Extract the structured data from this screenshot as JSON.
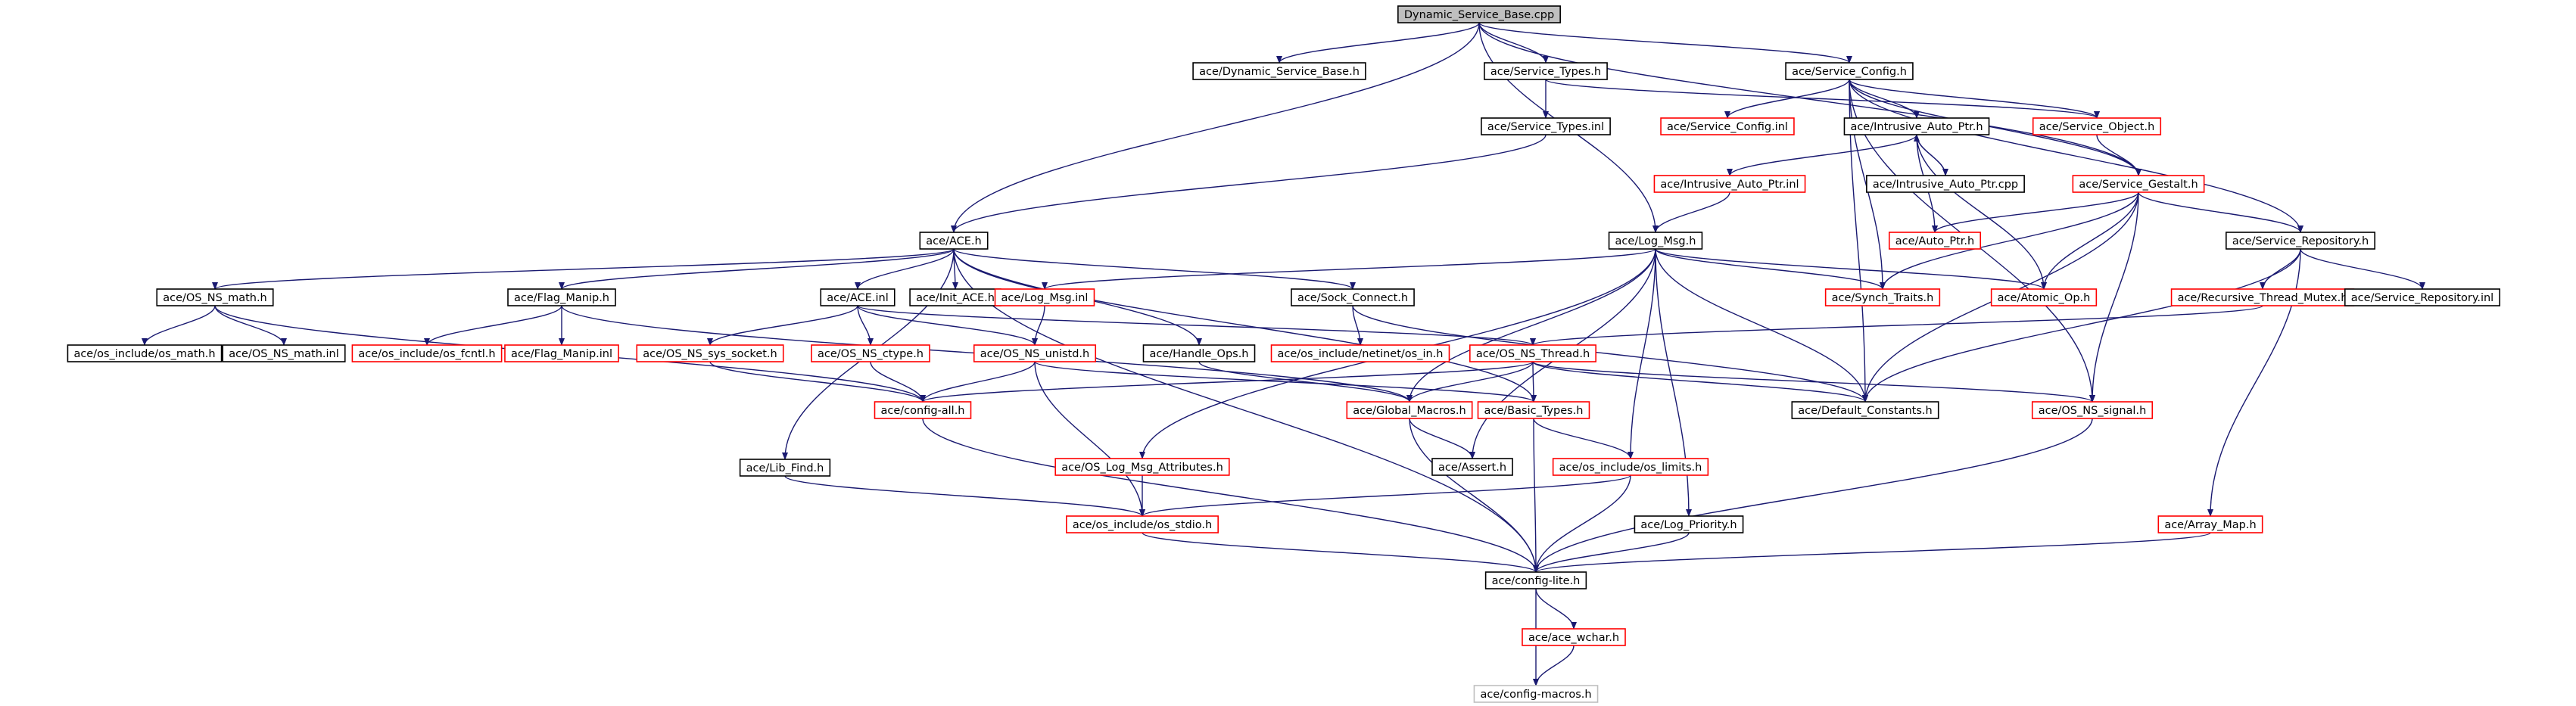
{
  "colors": {
    "edge": "#191970",
    "box_normal": "#000000",
    "box_red": "#ff0000",
    "box_gray": "#bfbfbf",
    "root_fill": "#bfbfbf",
    "text": "#000000",
    "background": "#ffffff"
  },
  "nodes": [
    {
      "id": "root",
      "label": "Dynamic_Service_Base.cpp",
      "style": "root"
    },
    {
      "id": "dsb_h",
      "label": "ace/Dynamic_Service_Base.h",
      "style": "normal"
    },
    {
      "id": "st_h",
      "label": "ace/Service_Types.h",
      "style": "normal"
    },
    {
      "id": "sc_h",
      "label": "ace/Service_Config.h",
      "style": "normal"
    },
    {
      "id": "st_inl",
      "label": "ace/Service_Types.inl",
      "style": "normal"
    },
    {
      "id": "sc_inl",
      "label": "ace/Service_Config.inl",
      "style": "red"
    },
    {
      "id": "iap_h",
      "label": "ace/Intrusive_Auto_Ptr.h",
      "style": "normal"
    },
    {
      "id": "so_h",
      "label": "ace/Service_Object.h",
      "style": "red"
    },
    {
      "id": "iap_inl",
      "label": "ace/Intrusive_Auto_Ptr.inl",
      "style": "red"
    },
    {
      "id": "iap_cpp",
      "label": "ace/Intrusive_Auto_Ptr.cpp",
      "style": "normal"
    },
    {
      "id": "sg_h",
      "label": "ace/Service_Gestalt.h",
      "style": "red"
    },
    {
      "id": "ace_h",
      "label": "ace/ACE.h",
      "style": "normal"
    },
    {
      "id": "logmsg_h",
      "label": "ace/Log_Msg.h",
      "style": "normal"
    },
    {
      "id": "autoptr_h",
      "label": "ace/Auto_Ptr.h",
      "style": "red"
    },
    {
      "id": "sr_h",
      "label": "ace/Service_Repository.h",
      "style": "normal"
    },
    {
      "id": "osnsmath_h",
      "label": "ace/OS_NS_math.h",
      "style": "normal"
    },
    {
      "id": "flagmanip_h",
      "label": "ace/Flag_Manip.h",
      "style": "normal"
    },
    {
      "id": "ace_inl",
      "label": "ace/ACE.inl",
      "style": "normal"
    },
    {
      "id": "initace_h",
      "label": "ace/Init_ACE.h",
      "style": "normal"
    },
    {
      "id": "logmsg_inl",
      "label": "ace/Log_Msg.inl",
      "style": "red"
    },
    {
      "id": "sockconnect_h",
      "label": "ace/Sock_Connect.h",
      "style": "normal"
    },
    {
      "id": "synchtraits_h",
      "label": "ace/Synch_Traits.h",
      "style": "red"
    },
    {
      "id": "atomicop_h",
      "label": "ace/Atomic_Op.h",
      "style": "red"
    },
    {
      "id": "rtm_h",
      "label": "ace/Recursive_Thread_Mutex.h",
      "style": "red"
    },
    {
      "id": "sr_inl",
      "label": "ace/Service_Repository.inl",
      "style": "normal"
    },
    {
      "id": "osinc_math",
      "label": "ace/os_include/os_math.h",
      "style": "normal"
    },
    {
      "id": "osnsmath_inl",
      "label": "ace/OS_NS_math.inl",
      "style": "normal"
    },
    {
      "id": "osinc_fcntl",
      "label": "ace/os_include/os_fcntl.h",
      "style": "red"
    },
    {
      "id": "flagmanip_inl",
      "label": "ace/Flag_Manip.inl",
      "style": "red"
    },
    {
      "id": "osnssyssocket_h",
      "label": "ace/OS_NS_sys_socket.h",
      "style": "red"
    },
    {
      "id": "osnsctype_h",
      "label": "ace/OS_NS_ctype.h",
      "style": "red"
    },
    {
      "id": "osnsunistd_h",
      "label": "ace/OS_NS_unistd.h",
      "style": "red"
    },
    {
      "id": "handleops_h",
      "label": "ace/Handle_Ops.h",
      "style": "normal"
    },
    {
      "id": "osinc_netinet",
      "label": "ace/os_include/netinet/os_in.h",
      "style": "red"
    },
    {
      "id": "osnsthread_h",
      "label": "ace/OS_NS_Thread.h",
      "style": "red"
    },
    {
      "id": "configall_h",
      "label": "ace/config-all.h",
      "style": "red"
    },
    {
      "id": "globalmacros_h",
      "label": "ace/Global_Macros.h",
      "style": "red"
    },
    {
      "id": "basictypes_h",
      "label": "ace/Basic_Types.h",
      "style": "red"
    },
    {
      "id": "defaultconstants_h",
      "label": "ace/Default_Constants.h",
      "style": "normal"
    },
    {
      "id": "osnssignal_h",
      "label": "ace/OS_NS_signal.h",
      "style": "red"
    },
    {
      "id": "oslogmsgattr_h",
      "label": "ace/OS_Log_Msg_Attributes.h",
      "style": "red"
    },
    {
      "id": "libfind_h",
      "label": "ace/Lib_Find.h",
      "style": "normal"
    },
    {
      "id": "assert_h",
      "label": "ace/Assert.h",
      "style": "normal"
    },
    {
      "id": "osinc_limits",
      "label": "ace/os_include/os_limits.h",
      "style": "red"
    },
    {
      "id": "osinc_stdio",
      "label": "ace/os_include/os_stdio.h",
      "style": "red"
    },
    {
      "id": "logpriority_h",
      "label": "ace/Log_Priority.h",
      "style": "normal"
    },
    {
      "id": "arraymap_h",
      "label": "ace/Array_Map.h",
      "style": "red"
    },
    {
      "id": "configlite_h",
      "label": "ace/config-lite.h",
      "style": "normal"
    },
    {
      "id": "acewchar_h",
      "label": "ace/ace_wchar.h",
      "style": "red"
    },
    {
      "id": "configmacros_h",
      "label": "ace/config-macros.h",
      "style": "gray"
    }
  ],
  "edges": [
    [
      "root",
      "dsb_h"
    ],
    [
      "root",
      "st_h"
    ],
    [
      "root",
      "sc_h"
    ],
    [
      "root",
      "ace_h"
    ],
    [
      "root",
      "logmsg_h"
    ],
    [
      "root",
      "sg_h"
    ],
    [
      "st_h",
      "st_inl"
    ],
    [
      "st_h",
      "so_h"
    ],
    [
      "st_inl",
      "ace_h"
    ],
    [
      "sc_h",
      "sc_inl"
    ],
    [
      "sc_h",
      "iap_h"
    ],
    [
      "sc_h",
      "so_h"
    ],
    [
      "sc_h",
      "sg_h"
    ],
    [
      "sc_h",
      "sr_h"
    ],
    [
      "sc_h",
      "synchtraits_h"
    ],
    [
      "sc_h",
      "defaultconstants_h"
    ],
    [
      "sc_h",
      "osnssignal_h"
    ],
    [
      "iap_h",
      "iap_inl"
    ],
    [
      "iap_h",
      "iap_cpp"
    ],
    [
      "iap_cpp",
      "iap_h"
    ],
    [
      "iap_h",
      "atomicop_h"
    ],
    [
      "iap_h",
      "autoptr_h"
    ],
    [
      "iap_inl",
      "logmsg_h"
    ],
    [
      "so_h",
      "sg_h"
    ],
    [
      "sg_h",
      "autoptr_h"
    ],
    [
      "sg_h",
      "sr_h"
    ],
    [
      "sg_h",
      "synchtraits_h"
    ],
    [
      "sg_h",
      "atomicop_h"
    ],
    [
      "sg_h",
      "defaultconstants_h"
    ],
    [
      "sg_h",
      "osnssignal_h"
    ],
    [
      "ace_h",
      "osnsmath_h"
    ],
    [
      "ace_h",
      "flagmanip_h"
    ],
    [
      "ace_h",
      "ace_inl"
    ],
    [
      "ace_h",
      "initace_h"
    ],
    [
      "ace_h",
      "handleops_h"
    ],
    [
      "ace_h",
      "libfind_h"
    ],
    [
      "ace_h",
      "sockconnect_h"
    ],
    [
      "ace_h",
      "basictypes_h"
    ],
    [
      "ace_h",
      "configlite_h"
    ],
    [
      "logmsg_h",
      "logmsg_inl"
    ],
    [
      "logmsg_h",
      "synchtraits_h"
    ],
    [
      "logmsg_h",
      "atomicop_h"
    ],
    [
      "logmsg_h",
      "globalmacros_h"
    ],
    [
      "logmsg_h",
      "defaultconstants_h"
    ],
    [
      "logmsg_h",
      "oslogmsgattr_h"
    ],
    [
      "logmsg_h",
      "assert_h"
    ],
    [
      "logmsg_h",
      "osinc_limits"
    ],
    [
      "logmsg_h",
      "logpriority_h"
    ],
    [
      "sr_h",
      "rtm_h"
    ],
    [
      "sr_h",
      "sr_inl"
    ],
    [
      "sr_h",
      "defaultconstants_h"
    ],
    [
      "sr_h",
      "arraymap_h"
    ],
    [
      "rtm_h",
      "osnsthread_h"
    ],
    [
      "osnsmath_h",
      "osinc_math"
    ],
    [
      "osnsmath_h",
      "osnsmath_inl"
    ],
    [
      "osnsmath_h",
      "configall_h"
    ],
    [
      "flagmanip_h",
      "osinc_fcntl"
    ],
    [
      "flagmanip_h",
      "flagmanip_inl"
    ],
    [
      "flagmanip_h",
      "globalmacros_h"
    ],
    [
      "ace_inl",
      "osnssyssocket_h"
    ],
    [
      "ace_inl",
      "osnsctype_h"
    ],
    [
      "ace_inl",
      "osnsunistd_h"
    ],
    [
      "ace_inl",
      "osnsthread_h"
    ],
    [
      "logmsg_inl",
      "osnsunistd_h"
    ],
    [
      "sockconnect_h",
      "osinc_netinet"
    ],
    [
      "sockconnect_h",
      "defaultconstants_h"
    ],
    [
      "osnssyssocket_h",
      "configall_h"
    ],
    [
      "osnsctype_h",
      "configall_h"
    ],
    [
      "osnsunistd_h",
      "configall_h"
    ],
    [
      "osnsunistd_h",
      "basictypes_h"
    ],
    [
      "osnsunistd_h",
      "osinc_stdio"
    ],
    [
      "handleops_h",
      "globalmacros_h"
    ],
    [
      "osnsthread_h",
      "configall_h"
    ],
    [
      "osnsthread_h",
      "globalmacros_h"
    ],
    [
      "osnsthread_h",
      "basictypes_h"
    ],
    [
      "osnsthread_h",
      "defaultconstants_h"
    ],
    [
      "osnsthread_h",
      "osnssignal_h"
    ],
    [
      "configall_h",
      "configlite_h"
    ],
    [
      "globalmacros_h",
      "assert_h"
    ],
    [
      "globalmacros_h",
      "configlite_h"
    ],
    [
      "basictypes_h",
      "osinc_limits"
    ],
    [
      "basictypes_h",
      "configlite_h"
    ],
    [
      "osnssignal_h",
      "configlite_h"
    ],
    [
      "oslogmsgattr_h",
      "osinc_stdio"
    ],
    [
      "libfind_h",
      "osinc_stdio"
    ],
    [
      "osinc_limits",
      "osinc_stdio"
    ],
    [
      "osinc_limits",
      "configlite_h"
    ],
    [
      "osinc_stdio",
      "configlite_h"
    ],
    [
      "logpriority_h",
      "configlite_h"
    ],
    [
      "arraymap_h",
      "configlite_h"
    ],
    [
      "configlite_h",
      "acewchar_h"
    ],
    [
      "configlite_h",
      "configmacros_h"
    ],
    [
      "acewchar_h",
      "configmacros_h"
    ]
  ]
}
